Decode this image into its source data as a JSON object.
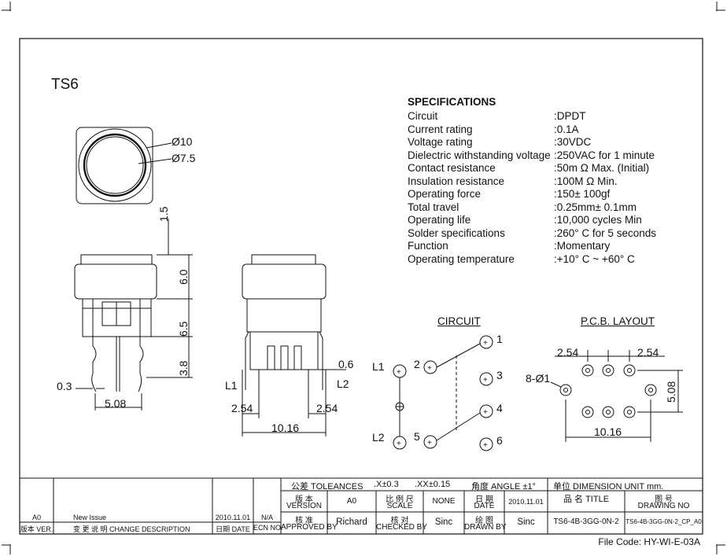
{
  "drawing_title": "TS6",
  "specifications": {
    "heading": "SPECIFICATIONS",
    "rows": [
      {
        "label": "Circuit",
        "value": ":DPDT"
      },
      {
        "label": "Current rating",
        "value": ":0.1A"
      },
      {
        "label": "Voltage rating",
        "value": ":30VDC"
      },
      {
        "label": "Dielectric withstanding voltage",
        "value": ":250VAC for 1 minute"
      },
      {
        "label": "Contact resistance",
        "value": ":50m Ω   Max. (Initial)"
      },
      {
        "label": "Insulation resistance",
        "value": ":100M Ω   Min."
      },
      {
        "label": "Operating force",
        "value": ":150± 100gf"
      },
      {
        "label": "Total travel",
        "value": ":0.25mm± 0.1mm"
      },
      {
        "label": "Operating life",
        "value": ":10,000 cycles Min"
      },
      {
        "label": "Solder specifications",
        "value": ":260° C for 5 seconds"
      },
      {
        "label": "Function",
        "value": ":Momentary"
      },
      {
        "label": "Operating temperature",
        "value": ":+10° C ~ +60° C"
      }
    ]
  },
  "top_view": {
    "outer_dia": "Ø10",
    "inner_dia": "Ø7.5"
  },
  "front_view": {
    "dim_top": "1.5",
    "dim_cap": "6.0",
    "dim_body": "6.5",
    "dim_pin": "3.8",
    "dim_pin_thk": "0.3",
    "dim_pitch": "5.08"
  },
  "side_view": {
    "label_left": "L1",
    "label_right": "L2",
    "dim_pin": "0.6",
    "dim_left": "2.54",
    "dim_right": "2.54",
    "dim_width": "10.16"
  },
  "circuit": {
    "heading": "CIRCUIT",
    "l1": "L1",
    "l2": "L2",
    "pins": [
      "1",
      "2",
      "3",
      "4",
      "5",
      "6"
    ]
  },
  "pcb": {
    "heading": "P.C.B. LAYOUT",
    "dim_left": "2.54",
    "dim_right": "2.54",
    "holes": "8-Ø1",
    "dim_height": "5.08",
    "dim_width": "10.16"
  },
  "title_block": {
    "tolerances": "公差 TOLEANCES",
    "tol_x": ".X±0.3",
    "tol_xx": ".XX±0.15",
    "angle": "角度 ANGLE ±1°",
    "unit": "单位  DIMENSION UNIT       mm.",
    "version_cn": "版  本",
    "version_en": "VERSION",
    "version_val": "A0",
    "scale_cn": "比 例 尺",
    "scale_en": "SCALE",
    "scale_val": "NONE",
    "date_cn": "日  期",
    "date_en": "DATE",
    "date_val": "2010.11.01",
    "name_title": "品  名    TITLE",
    "drawing_no_cn": "图      号",
    "drawing_no_en": "DRAWING NO",
    "approved_cn": "核  准",
    "approved_en": "APPROVED BY",
    "approved_val": "Richard",
    "checked_cn": "核  对",
    "checked_en": "CHECKED BY",
    "checked_val": "Sinc",
    "drawn_cn": "绘  图",
    "drawn_en": "DRAWN BY",
    "drawn_val": "Sinc",
    "title_val": "TS6-4B-3GG-0N-2",
    "drawing_no_val": "TS6-4B-3GG-0N-2_CP_A0",
    "rev_version": "A0",
    "rev_desc": "New Issue",
    "rev_date": "2010.11.01",
    "rev_ecn": "N/A",
    "hdr_ver": "版本 VER.",
    "hdr_desc": "变 更 说 明    CHANGE DESCRIPTION",
    "hdr_date": "日期 DATE",
    "hdr_ecn": "ECN NO."
  },
  "file_code": "File Code: HY-WI-E-03A"
}
